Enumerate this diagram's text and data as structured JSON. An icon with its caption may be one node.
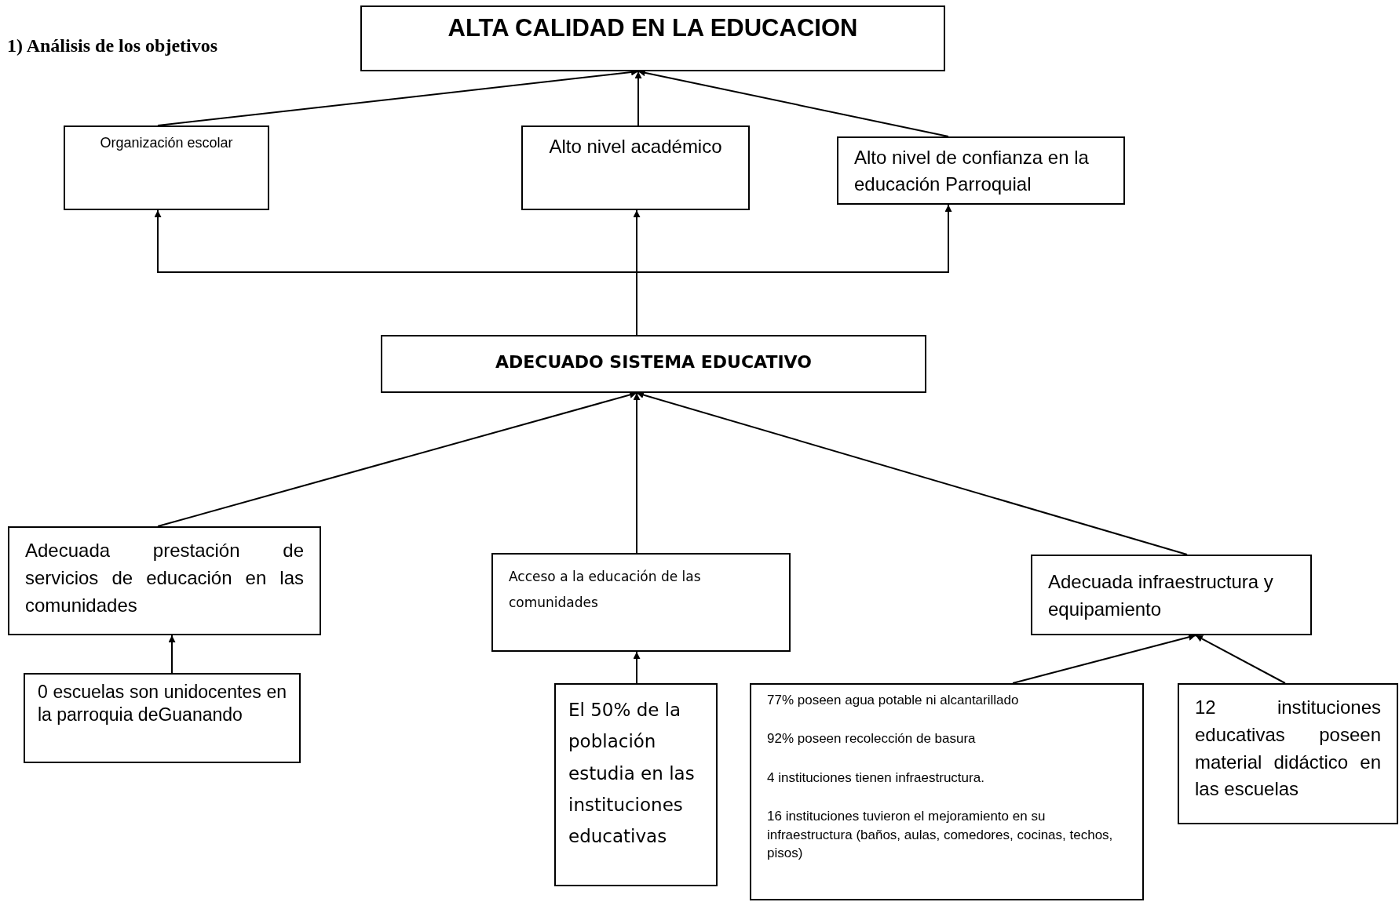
{
  "diagram": {
    "nodes": [
      {
        "text": [
          "ALTA CALIDAD EN LA EDUCACION"
        ]
      },
      {
        "text": [
          "Organización escolar"
        ]
      },
      {
        "text": [
          "Alto nivel académico"
        ]
      },
      {
        "text": [
          "Alto nivel de confianza en la educación Parroquial"
        ]
      },
      {
        "text": [
          "ADECUADO SISTEMA EDUCATIVO"
        ]
      },
      {
        "text": [
          "Adecuada prestación de servicios de educación en las comunidades"
        ]
      },
      {
        "text": [
          "Acceso a la educación de las comunidades"
        ]
      },
      {
        "text": [
          "Adecuada infraestructura y equipamiento"
        ]
      },
      {
        "text": [
          "0 escuelas son unidocentes en la parroquia deGuanando"
        ]
      },
      {
        "text": [
          "El 50% de la población estudia en las instituciones educativas"
        ]
      },
      {
        "text": [
          "77% poseen agua potable ni alcantarillado",
          "92% poseen recolección de basura",
          "4 instituciones tienen infraestructura.",
          "16 instituciones tuvieron el mejoramiento en su infraestructura (baños, aulas, comedores, cocinas, techos, pisos)"
        ]
      },
      {
        "text": [
          "12 instituciones educativas poseen material didáctico en las escuelas"
        ]
      }
    ],
    "edges": [
      {
        "from": 1,
        "to": 0,
        "arrow": "to"
      },
      {
        "from": 2,
        "to": 0,
        "arrow": "to"
      },
      {
        "from": 3,
        "to": 0,
        "arrow": "to"
      },
      {
        "from": 4,
        "to": 1,
        "arrow": "to"
      },
      {
        "from": 4,
        "to": 2,
        "arrow": "to"
      },
      {
        "from": 4,
        "to": 3,
        "arrow": "to"
      },
      {
        "from": 5,
        "to": 4,
        "arrow": "to"
      },
      {
        "from": 6,
        "to": 4,
        "arrow": "to"
      },
      {
        "from": 7,
        "to": 4,
        "arrow": "to"
      },
      {
        "from": 8,
        "to": 5,
        "arrow": "to"
      },
      {
        "from": 9,
        "to": 6,
        "arrow": "to"
      },
      {
        "from": 10,
        "to": 7,
        "arrow": "to"
      },
      {
        "from": 11,
        "to": 7,
        "arrow": "to"
      }
    ],
    "labels": [
      "1)  Análisis de los objetivos"
    ]
  }
}
